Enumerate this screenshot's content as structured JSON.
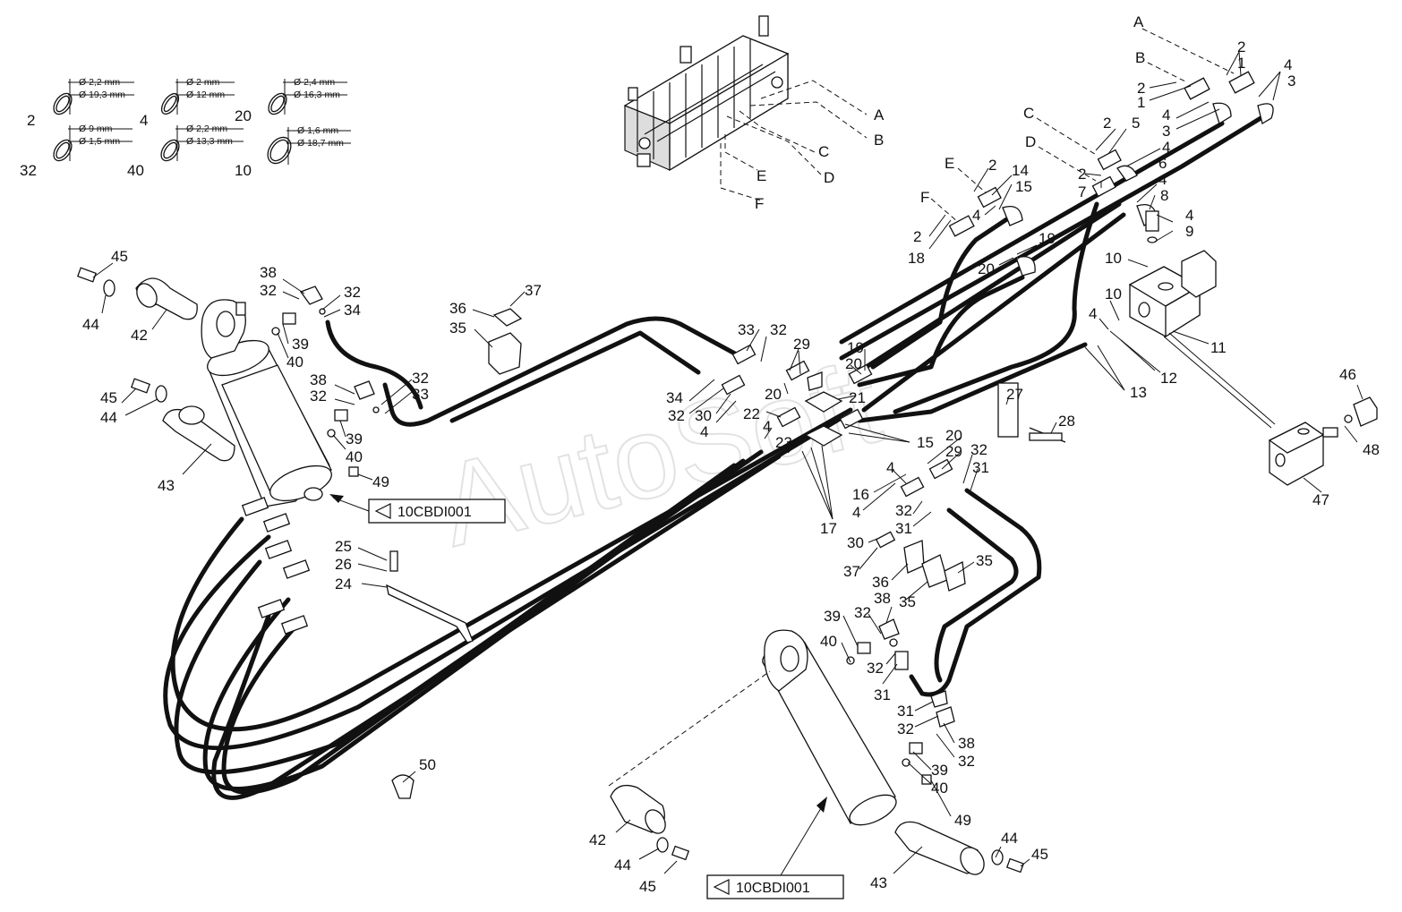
{
  "watermark": "AutoSoft",
  "seal_legend": [
    {
      "ref": "2",
      "d1": "Ø 2,2 mm",
      "d2": "Ø 19,3 mm"
    },
    {
      "ref": "4",
      "d1": "Ø 2 mm",
      "d2": "Ø 12 mm"
    },
    {
      "ref": "20",
      "d1": "Ø 2,4 mm",
      "d2": "Ø 16,3 mm"
    },
    {
      "ref": "32",
      "d1": "Ø 9 mm",
      "d2": "Ø 1,5 mm"
    },
    {
      "ref": "40",
      "d1": "Ø 2,2 mm",
      "d2": "Ø 13,3 mm"
    },
    {
      "ref": "10",
      "d1": "Ø 1,6 mm",
      "d2": "Ø 18,7 mm"
    }
  ],
  "valve_port_letters": [
    "A",
    "B",
    "C",
    "D",
    "E",
    "F"
  ],
  "view_refs": [
    {
      "label": "10CBDI001"
    },
    {
      "label": "10CBDI001"
    }
  ],
  "callouts": [
    {
      "id": "c1",
      "text": "2"
    },
    {
      "id": "c2",
      "text": "1"
    },
    {
      "id": "c3",
      "text": "4"
    },
    {
      "id": "c4",
      "text": "3"
    },
    {
      "id": "c5",
      "text": "2"
    },
    {
      "id": "c6",
      "text": "1"
    },
    {
      "id": "c7",
      "text": "4"
    },
    {
      "id": "c8",
      "text": "3"
    },
    {
      "id": "c9",
      "text": "2"
    },
    {
      "id": "c10",
      "text": "5"
    },
    {
      "id": "c11",
      "text": "4"
    },
    {
      "id": "c12",
      "text": "6"
    },
    {
      "id": "c13",
      "text": "2"
    },
    {
      "id": "c14",
      "text": "7"
    },
    {
      "id": "c15",
      "text": "4"
    },
    {
      "id": "c16",
      "text": "8"
    },
    {
      "id": "c17",
      "text": "2"
    },
    {
      "id": "c18",
      "text": "14"
    },
    {
      "id": "c19",
      "text": "15"
    },
    {
      "id": "c20",
      "text": "4"
    },
    {
      "id": "c21",
      "text": "2"
    },
    {
      "id": "c22",
      "text": "18"
    },
    {
      "id": "c23",
      "text": "4"
    },
    {
      "id": "c24",
      "text": "9"
    },
    {
      "id": "c25",
      "text": "10"
    },
    {
      "id": "c26",
      "text": "10"
    },
    {
      "id": "c27",
      "text": "4"
    },
    {
      "id": "c28",
      "text": "11"
    },
    {
      "id": "c29",
      "text": "12"
    },
    {
      "id": "c30",
      "text": "13"
    },
    {
      "id": "c31",
      "text": "19"
    },
    {
      "id": "c32",
      "text": "20"
    },
    {
      "id": "c33",
      "text": "46"
    },
    {
      "id": "c34",
      "text": "48"
    },
    {
      "id": "c35",
      "text": "47"
    },
    {
      "id": "c36",
      "text": "45"
    },
    {
      "id": "c37",
      "text": "44"
    },
    {
      "id": "c38",
      "text": "42"
    },
    {
      "id": "c39",
      "text": "38"
    },
    {
      "id": "c40",
      "text": "32"
    },
    {
      "id": "c41",
      "text": "32"
    },
    {
      "id": "c42",
      "text": "34"
    },
    {
      "id": "c43",
      "text": "39"
    },
    {
      "id": "c44",
      "text": "40"
    },
    {
      "id": "c45",
      "text": "45"
    },
    {
      "id": "c46",
      "text": "44"
    },
    {
      "id": "c47",
      "text": "38"
    },
    {
      "id": "c48",
      "text": "32"
    },
    {
      "id": "c49",
      "text": "32"
    },
    {
      "id": "c50",
      "text": "33"
    },
    {
      "id": "c51",
      "text": "39"
    },
    {
      "id": "c52",
      "text": "40"
    },
    {
      "id": "c53",
      "text": "49"
    },
    {
      "id": "c54",
      "text": "43"
    },
    {
      "id": "c55",
      "text": "36"
    },
    {
      "id": "c56",
      "text": "37"
    },
    {
      "id": "c57",
      "text": "35"
    },
    {
      "id": "c58",
      "text": "33"
    },
    {
      "id": "c59",
      "text": "32"
    },
    {
      "id": "c60",
      "text": "29"
    },
    {
      "id": "c61",
      "text": "19"
    },
    {
      "id": "c62",
      "text": "20"
    },
    {
      "id": "c63",
      "text": "21"
    },
    {
      "id": "c64",
      "text": "34"
    },
    {
      "id": "c65",
      "text": "32"
    },
    {
      "id": "c66",
      "text": "30"
    },
    {
      "id": "c67",
      "text": "20"
    },
    {
      "id": "c68",
      "text": "22"
    },
    {
      "id": "c69",
      "text": "4"
    },
    {
      "id": "c70",
      "text": "4"
    },
    {
      "id": "c71",
      "text": "23"
    },
    {
      "id": "c72",
      "text": "27"
    },
    {
      "id": "c73",
      "text": "28"
    },
    {
      "id": "c74",
      "text": "15"
    },
    {
      "id": "c75",
      "text": "20"
    },
    {
      "id": "c76",
      "text": "29"
    },
    {
      "id": "c77",
      "text": "32"
    },
    {
      "id": "c78",
      "text": "31"
    },
    {
      "id": "c79",
      "text": "4"
    },
    {
      "id": "c80",
      "text": "16"
    },
    {
      "id": "c81",
      "text": "4"
    },
    {
      "id": "c82",
      "text": "17"
    },
    {
      "id": "c83",
      "text": "32"
    },
    {
      "id": "c84",
      "text": "31"
    },
    {
      "id": "c85",
      "text": "30"
    },
    {
      "id": "c86",
      "text": "37"
    },
    {
      "id": "c87",
      "text": "36"
    },
    {
      "id": "c88",
      "text": "35"
    },
    {
      "id": "c89",
      "text": "35"
    },
    {
      "id": "c90",
      "text": "25"
    },
    {
      "id": "c91",
      "text": "26"
    },
    {
      "id": "c92",
      "text": "24"
    },
    {
      "id": "c93",
      "text": "39"
    },
    {
      "id": "c94",
      "text": "40"
    },
    {
      "id": "c95",
      "text": "32"
    },
    {
      "id": "c96",
      "text": "38"
    },
    {
      "id": "c97",
      "text": "32"
    },
    {
      "id": "c98",
      "text": "31"
    },
    {
      "id": "c99",
      "text": "31"
    },
    {
      "id": "c100",
      "text": "32"
    },
    {
      "id": "c101",
      "text": "38"
    },
    {
      "id": "c102",
      "text": "32"
    },
    {
      "id": "c103",
      "text": "39"
    },
    {
      "id": "c104",
      "text": "40"
    },
    {
      "id": "c105",
      "text": "49"
    },
    {
      "id": "c106",
      "text": "50"
    },
    {
      "id": "c107",
      "text": "42"
    },
    {
      "id": "c108",
      "text": "44"
    },
    {
      "id": "c109",
      "text": "45"
    },
    {
      "id": "c110",
      "text": "43"
    },
    {
      "id": "c111",
      "text": "44"
    },
    {
      "id": "c112",
      "text": "45"
    }
  ]
}
